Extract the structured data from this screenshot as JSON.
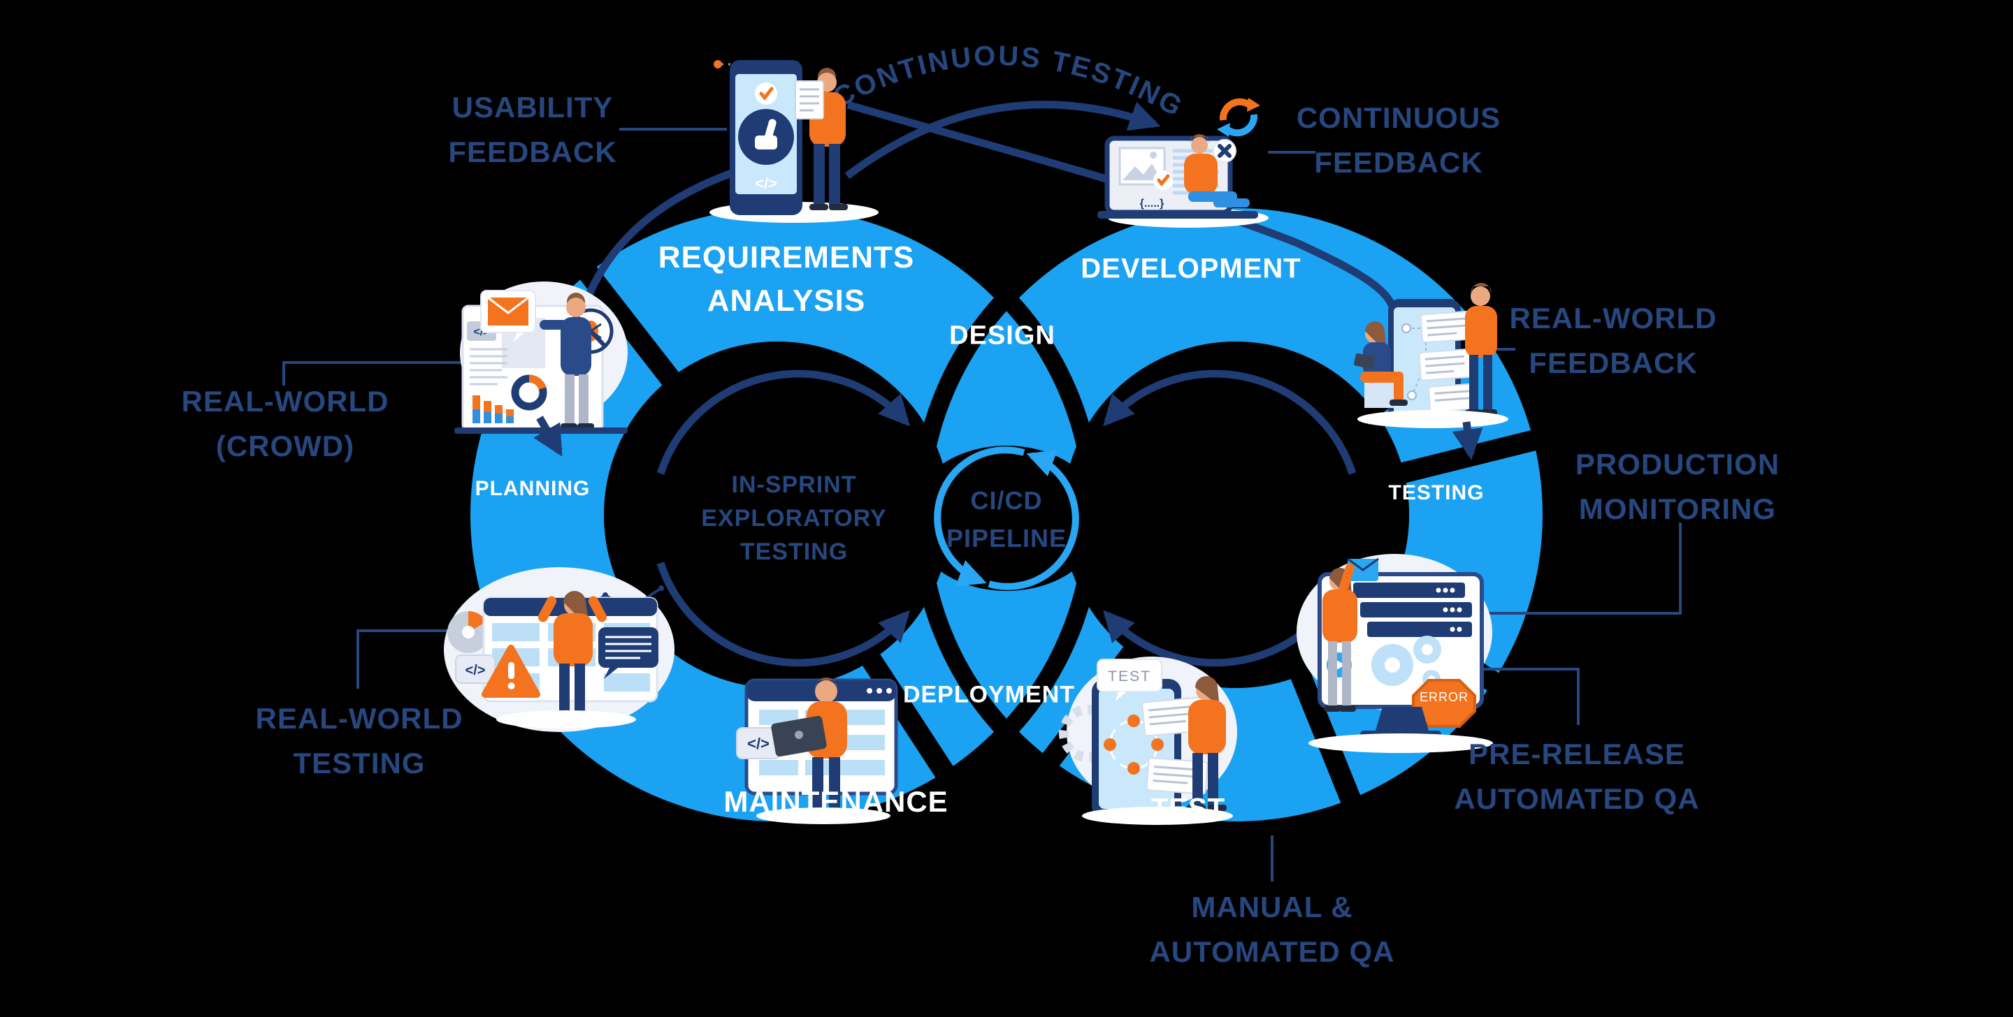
{
  "colors": {
    "black": "#000000",
    "blue": "#1BA2F2",
    "cycle": "#2AA7F4",
    "navy": "#1F3C74",
    "label": "#27477F",
    "orange": "#F4731F",
    "orange_deep": "#D85F10",
    "screen": "#C9E8FC",
    "cell": "#BCDFF8",
    "panel": "#F0F3FA",
    "panel2": "#E6EBF5",
    "grey": "#C7CEDC",
    "line_grey": "#D6DCEA",
    "tan": "#EBA983",
    "hair": "#8C5A3C",
    "white": "#FFFFFF"
  },
  "arc_label": "CONTINUOUS TESTING",
  "stages": {
    "requirements": {
      "label": "REQUIREMENTS\nANALYSIS"
    },
    "design": {
      "label": "DESIGN"
    },
    "development": {
      "label": "DEVELOPMENT"
    },
    "planning": {
      "label": "PLANNING"
    },
    "testing": {
      "label": "TESTING"
    },
    "maintenance": {
      "label": "MAINTENANCE"
    },
    "deployment": {
      "label": "DEPLOYMENT"
    },
    "test": {
      "label": "TEST"
    }
  },
  "center": {
    "pipeline": "CI/CD\nPIPELINE",
    "in_sprint": "IN-SPRINT\nEXPLORATORY\nTESTING"
  },
  "callouts": {
    "usability_feedback": "USABILITY\nFEEDBACK",
    "continuous_feedback": "CONTINUOUS\nFEEDBACK",
    "real_world_crowd": "REAL-WORLD\n(CROWD)",
    "real_world_feedback": "REAL-WORLD\nFEEDBACK",
    "production_monitoring": "PRODUCTION\nMONITORING",
    "pre_release_qa": "PRE-RELEASE\nAUTOMATED QA",
    "manual_automated_qa": "MANUAL &\nAUTOMATED QA",
    "real_world_testing": "REAL-WORLD\nTESTING"
  },
  "badges": {
    "test_bubble": "TEST",
    "error": "ERROR",
    "code": "</>",
    "braces": "{.....}"
  }
}
